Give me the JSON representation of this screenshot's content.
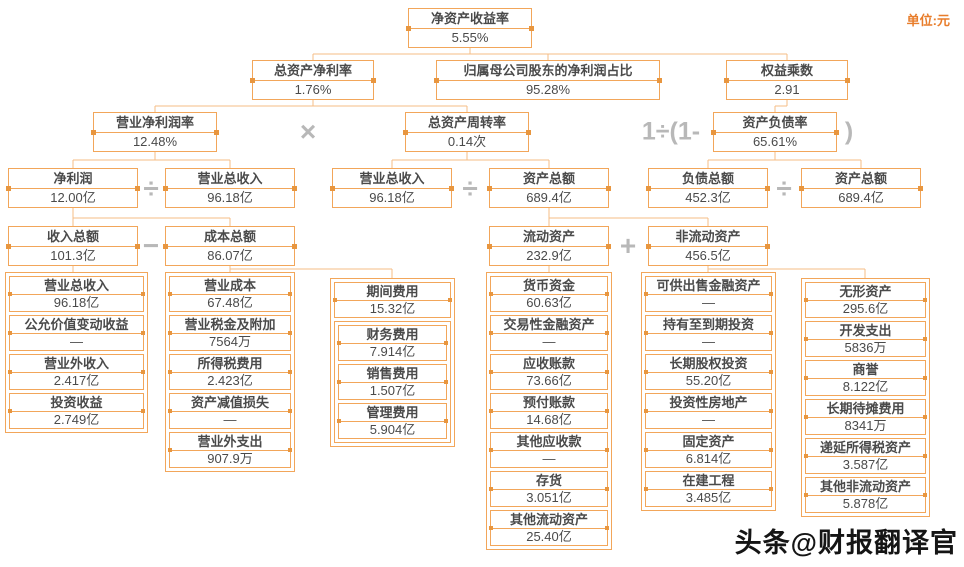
{
  "meta": {
    "unit_label": "单位:元",
    "watermark": "头条@财报翻译官"
  },
  "colors": {
    "accent_orange": "#f2a65a",
    "connector": "#f5bc85",
    "operator_gray": "#b8b8b8",
    "text": "#4a4a4a"
  },
  "operators": {
    "multiply": "×",
    "divide1": "÷",
    "divide2": "÷",
    "divide3": "÷",
    "minus": "−",
    "plus": "+",
    "equity_left": "1÷(1-",
    "equity_right": ")"
  },
  "tree": {
    "roe": {
      "label": "净资产收益率",
      "value": "5.55%"
    },
    "roa": {
      "label": "总资产净利率",
      "value": "1.76%"
    },
    "parent_ratio": {
      "label": "归属母公司股东的净利润占比",
      "value": "95.28%"
    },
    "equity_multiplier": {
      "label": "权益乘数",
      "value": "2.91"
    },
    "net_margin": {
      "label": "营业净利润率",
      "value": "12.48%"
    },
    "asset_turnover": {
      "label": "总资产周转率",
      "value": "0.14次"
    },
    "debt_ratio": {
      "label": "资产负债率",
      "value": "65.61%"
    },
    "net_profit": {
      "label": "净利润",
      "value": "12.00亿"
    },
    "revenue1": {
      "label": "营业总收入",
      "value": "96.18亿"
    },
    "revenue2": {
      "label": "营业总收入",
      "value": "96.18亿"
    },
    "total_assets1": {
      "label": "资产总额",
      "value": "689.4亿"
    },
    "total_liabilities": {
      "label": "负债总额",
      "value": "452.3亿"
    },
    "total_assets2": {
      "label": "资产总额",
      "value": "689.4亿"
    },
    "total_income": {
      "label": "收入总额",
      "value": "101.3亿"
    },
    "total_cost": {
      "label": "成本总额",
      "value": "86.07亿"
    },
    "current_assets": {
      "label": "流动资产",
      "value": "232.9亿"
    },
    "noncurrent_assets": {
      "label": "非流动资产",
      "value": "456.5亿"
    }
  },
  "detail_columns": {
    "income": [
      {
        "label": "营业总收入",
        "value": "96.18亿"
      },
      {
        "label": "公允价值变动收益",
        "value": "—"
      },
      {
        "label": "营业外收入",
        "value": "2.417亿"
      },
      {
        "label": "投资收益",
        "value": "2.749亿"
      }
    ],
    "cost": [
      {
        "label": "营业成本",
        "value": "67.48亿"
      },
      {
        "label": "营业税金及附加",
        "value": "7564万"
      },
      {
        "label": "所得税费用",
        "value": "2.423亿"
      },
      {
        "label": "资产减值损失",
        "value": "—"
      },
      {
        "label": "营业外支出",
        "value": "907.9万"
      }
    ],
    "period_expense": {
      "header": {
        "label": "期间费用",
        "value": "15.32亿"
      },
      "items": [
        {
          "label": "财务费用",
          "value": "7.914亿"
        },
        {
          "label": "销售费用",
          "value": "1.507亿"
        },
        {
          "label": "管理费用",
          "value": "5.904亿"
        }
      ]
    },
    "current": [
      {
        "label": "货币资金",
        "value": "60.63亿"
      },
      {
        "label": "交易性金融资产",
        "value": "—"
      },
      {
        "label": "应收账款",
        "value": "73.66亿"
      },
      {
        "label": "预付账款",
        "value": "14.68亿"
      },
      {
        "label": "其他应收款",
        "value": "—"
      },
      {
        "label": "存货",
        "value": "3.051亿"
      },
      {
        "label": "其他流动资产",
        "value": "25.40亿"
      }
    ],
    "noncurrent_a": [
      {
        "label": "可供出售金融资产",
        "value": "—"
      },
      {
        "label": "持有至到期投资",
        "value": "—"
      },
      {
        "label": "长期股权投资",
        "value": "55.20亿"
      },
      {
        "label": "投资性房地产",
        "value": "—"
      },
      {
        "label": "固定资产",
        "value": "6.814亿"
      },
      {
        "label": "在建工程",
        "value": "3.485亿"
      }
    ],
    "noncurrent_b": [
      {
        "label": "无形资产",
        "value": "295.6亿"
      },
      {
        "label": "开发支出",
        "value": "5836万"
      },
      {
        "label": "商誉",
        "value": "8.122亿"
      },
      {
        "label": "长期待摊费用",
        "value": "8341万"
      },
      {
        "label": "递延所得税资产",
        "value": "3.587亿"
      },
      {
        "label": "其他非流动资产",
        "value": "5.878亿"
      }
    ]
  }
}
